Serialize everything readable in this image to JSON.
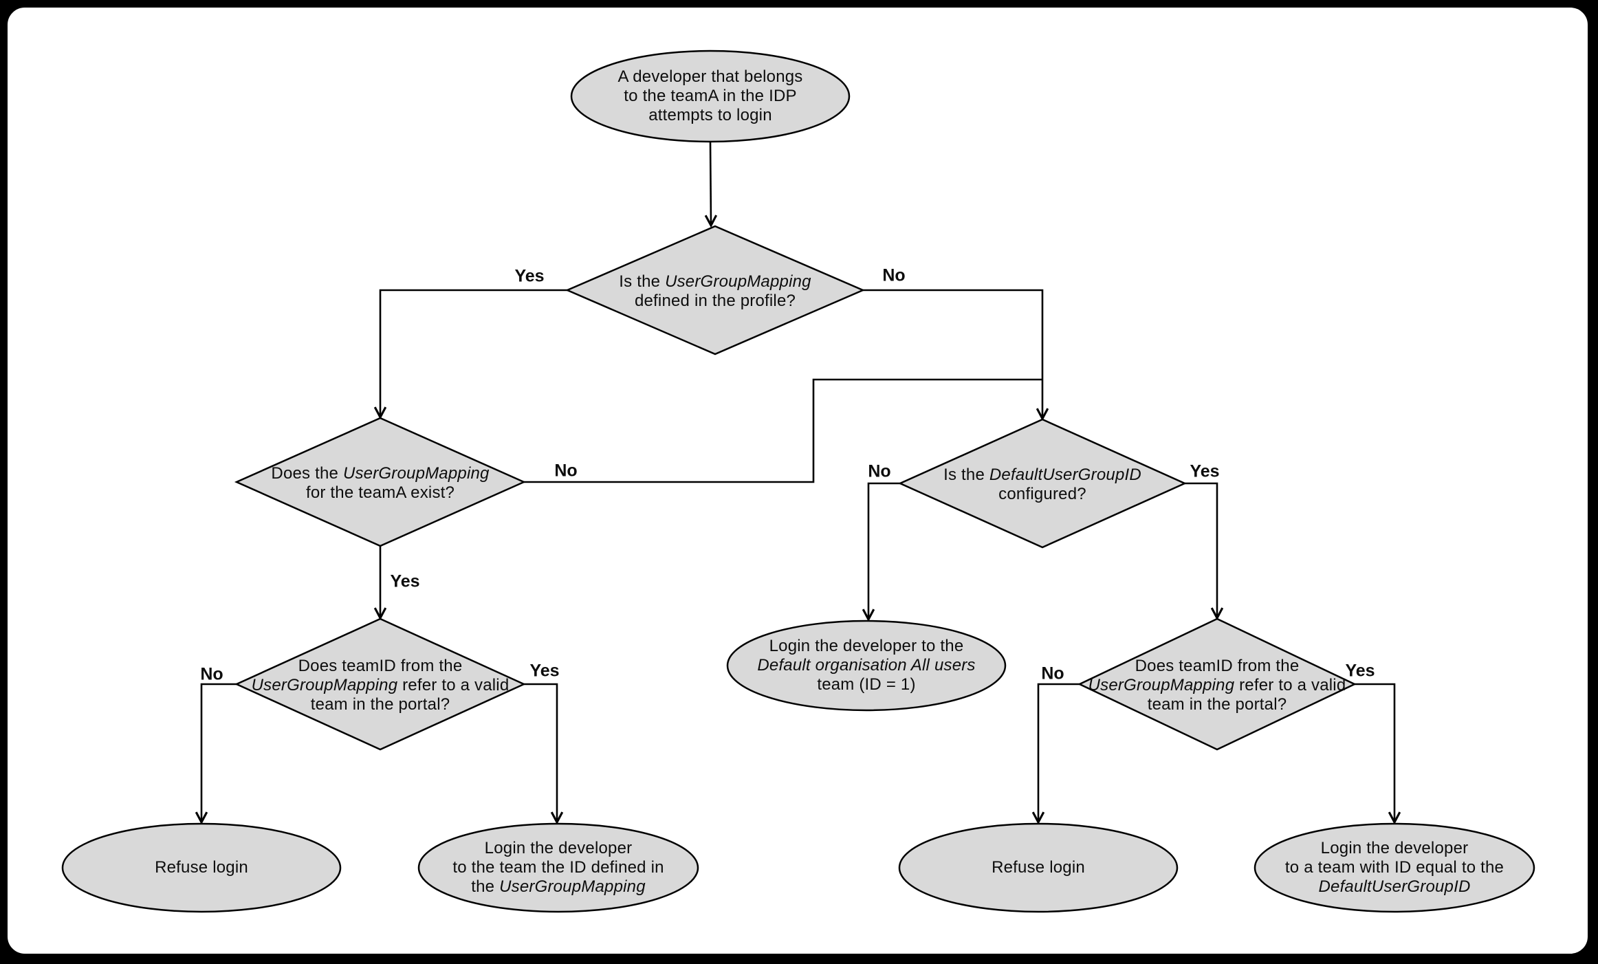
{
  "style": {
    "node_fill": "#d9d9d9",
    "node_stroke": "#000000",
    "edge_color": "#000000",
    "canvas_background": "#ffffff",
    "frame_border": "#000000"
  },
  "nodes": {
    "start": {
      "type": "ellipse",
      "lines": [
        [
          {
            "t": "A developer that belongs"
          }
        ],
        [
          {
            "t": "to the teamA in the IDP"
          }
        ],
        [
          {
            "t": "attempts to login"
          }
        ]
      ]
    },
    "q_ugm_defined": {
      "type": "diamond",
      "lines": [
        [
          {
            "t": "Is the "
          },
          {
            "t": "UserGroupMapping",
            "i": true
          }
        ],
        [
          {
            "t": "defined in the profile?"
          }
        ]
      ]
    },
    "q_ugm_exists": {
      "type": "diamond",
      "lines": [
        [
          {
            "t": "Does the "
          },
          {
            "t": "UserGroupMapping",
            "i": true
          }
        ],
        [
          {
            "t": "for the teamA exist?"
          }
        ]
      ]
    },
    "q_default_configured": {
      "type": "diamond",
      "lines": [
        [
          {
            "t": "Is the "
          },
          {
            "t": "DefaultUserGroupID",
            "i": true
          }
        ],
        [
          {
            "t": "configured?"
          }
        ]
      ]
    },
    "q_teamid_valid_left": {
      "type": "diamond",
      "lines": [
        [
          {
            "t": "Does teamID from the"
          }
        ],
        [
          {
            "t": "UserGroupMapping",
            "i": true
          },
          {
            "t": " refer to a valid"
          }
        ],
        [
          {
            "t": "team in the portal?"
          }
        ]
      ]
    },
    "q_teamid_valid_right": {
      "type": "diamond",
      "lines": [
        [
          {
            "t": "Does teamID from the"
          }
        ],
        [
          {
            "t": "UserGroupMapping",
            "i": true
          },
          {
            "t": " refer to a valid"
          }
        ],
        [
          {
            "t": "team in the portal?"
          }
        ]
      ]
    },
    "refuse_left": {
      "type": "ellipse",
      "lines": [
        [
          {
            "t": "Refuse login"
          }
        ]
      ]
    },
    "login_ugm_team": {
      "type": "ellipse",
      "lines": [
        [
          {
            "t": "Login the developer"
          }
        ],
        [
          {
            "t": "to the team the ID defined in"
          }
        ],
        [
          {
            "t": "the "
          },
          {
            "t": "UserGroupMapping",
            "i": true
          }
        ]
      ]
    },
    "login_default_org": {
      "type": "ellipse",
      "lines": [
        [
          {
            "t": "Login the developer to the"
          }
        ],
        [
          {
            "t": "Default organisation All users",
            "i": true
          }
        ],
        [
          {
            "t": "team (ID = 1)"
          }
        ]
      ]
    },
    "refuse_right": {
      "type": "ellipse",
      "lines": [
        [
          {
            "t": "Refuse login"
          }
        ]
      ]
    },
    "login_default_id": {
      "type": "ellipse",
      "lines": [
        [
          {
            "t": "Login the developer"
          }
        ],
        [
          {
            "t": "to a team with ID equal to the"
          }
        ],
        [
          {
            "t": "DefaultUserGroupID",
            "i": true
          }
        ]
      ]
    }
  },
  "edge_labels": {
    "ugm_defined_yes": "Yes",
    "ugm_defined_no": "No",
    "ugm_exists_yes": "Yes",
    "ugm_exists_no": "No",
    "default_configured_no": "No",
    "default_configured_yes": "Yes",
    "teamid_left_no": "No",
    "teamid_left_yes": "Yes",
    "teamid_right_no": "No",
    "teamid_right_yes": "Yes"
  }
}
